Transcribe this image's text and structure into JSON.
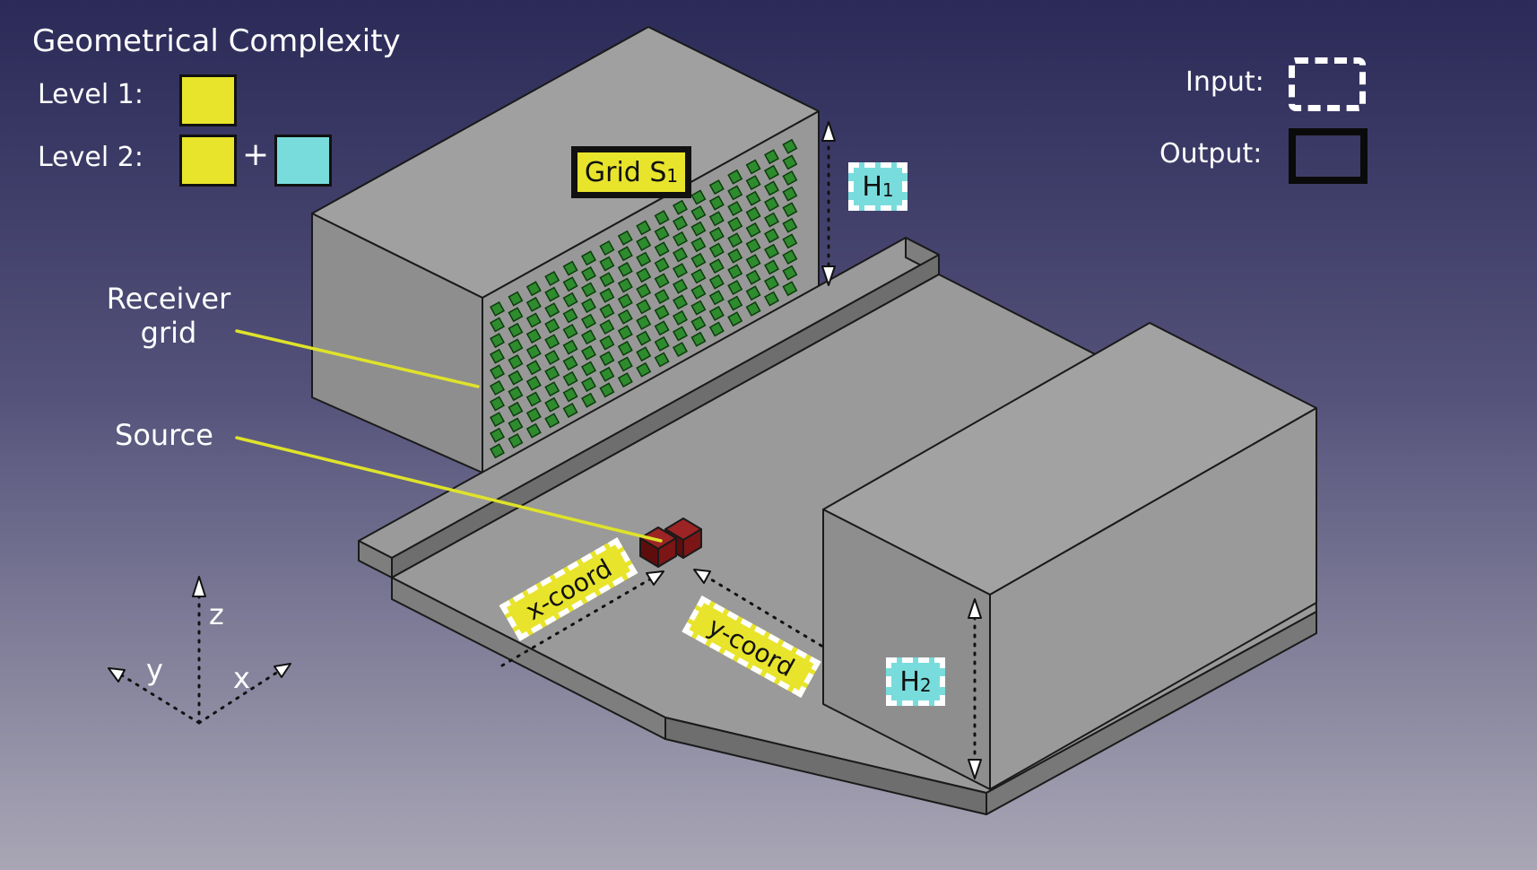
{
  "title": "Geometrical Complexity",
  "legend": {
    "level1_label": "Level 1:",
    "level2_label": "Level 2:",
    "plus": "+",
    "input_label": "Input:",
    "output_label": "Output:"
  },
  "scene": {
    "grid_tag": {
      "text": "Grid S",
      "sub": "1"
    },
    "h1_tag": {
      "text": "H",
      "sub": "1"
    },
    "h2_tag": {
      "text": "H",
      "sub": "2"
    },
    "receiver_grid_label": "Receiver grid",
    "source_label": "Source",
    "x_coord_label": "x-coord",
    "y_coord_label": "y-coord",
    "receiver_grid": {
      "rows": 10,
      "cols": 17,
      "dot_color": "#2e8b2e"
    }
  },
  "axes": {
    "x": "x",
    "y": "y",
    "z": "z"
  },
  "colors": {
    "background_top": "#2b2a58",
    "background_mid": "#54527a",
    "background_bottom": "#a9a7b5",
    "yellow": "#e8e42b",
    "cyan": "#79dcdc",
    "building_gray_top": "#a0a0a0",
    "building_gray_side": "#8e8e8e",
    "ground_gray": "#9a9a9a",
    "ground_edge": "#6e6e6e",
    "source_red": "#9c2424"
  }
}
